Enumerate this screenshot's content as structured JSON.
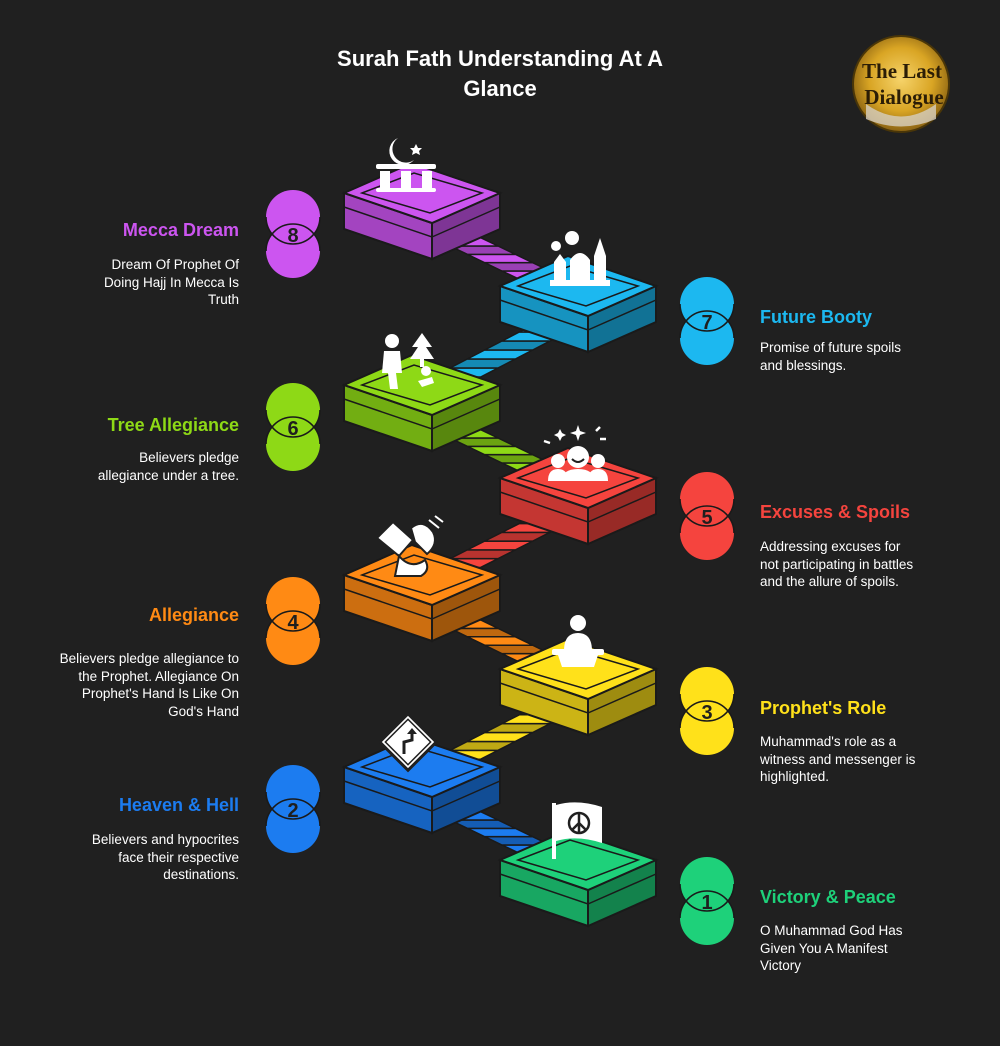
{
  "title_line1": "Surah Fath Understanding At A",
  "title_line2": "Glance",
  "logo": {
    "line1": "The Last",
    "line2": "Dialogue"
  },
  "steps": [
    {
      "number": "1",
      "title": "Victory & Peace",
      "description_lines": [
        "O Muhammad God Has",
        "Given You A Manifest",
        "Victory"
      ],
      "color": "#1ed17a",
      "icon": "peace-flag-icon"
    },
    {
      "number": "2",
      "title": "Heaven & Hell",
      "description_lines": [
        "Believers and hypocrites",
        "face their respective",
        "destinations."
      ],
      "color": "#1c7cf0",
      "icon": "turn-sign-icon"
    },
    {
      "number": "3",
      "title": "Prophet's Role",
      "description_lines": [
        "Muhammad's role as a",
        "witness and messenger is",
        "highlighted."
      ],
      "color": "#ffe11a",
      "icon": "speaker-podium-icon"
    },
    {
      "number": "4",
      "title": "Allegiance",
      "description_lines": [
        "Believers pledge allegiance to",
        "the Prophet. Allegiance On",
        "Prophet's Hand Is Like On",
        "God's Hand"
      ],
      "color": "#ff8a14",
      "icon": "handshake-icon"
    },
    {
      "number": "5",
      "title": "Excuses & Spoils",
      "description_lines": [
        "Addressing excuses for",
        "not participating in battles",
        "and the allure of spoils."
      ],
      "color": "#f5443e",
      "icon": "crowd-excited-icon"
    },
    {
      "number": "6",
      "title": "Tree Allegiance",
      "description_lines": [
        "Believers pledge",
        "allegiance under a tree."
      ],
      "color": "#8ed916",
      "icon": "people-tree-icon"
    },
    {
      "number": "7",
      "title": "Future Booty",
      "description_lines": [
        "Promise of future spoils",
        "and blessings."
      ],
      "color": "#1cb8f0",
      "icon": "castle-icon"
    },
    {
      "number": "8",
      "title": "Mecca Dream",
      "description_lines": [
        "Dream Of Prophet Of",
        "Doing Hajj In Mecca Is",
        "Truth"
      ],
      "color": "#cc55f0",
      "icon": "crescent-mosque-icon"
    }
  ]
}
